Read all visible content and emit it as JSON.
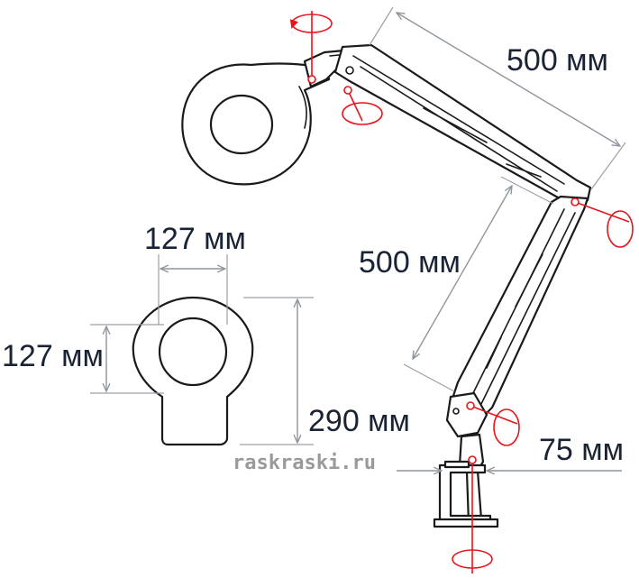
{
  "dimensions": {
    "arm_upper": "500 мм",
    "arm_lower": "500 мм",
    "head_width": "127 мм",
    "head_height": "127 мм",
    "total_height": "290 мм",
    "clamp_depth": "75 мм"
  },
  "watermark": "raskraski.ru",
  "colors": {
    "outline": "#1a1a1a",
    "dimension_text": "#1a2333",
    "dimension_line": "#8e959c",
    "rotation_marker": "#e8141b",
    "watermark": "#9a9a9a"
  }
}
